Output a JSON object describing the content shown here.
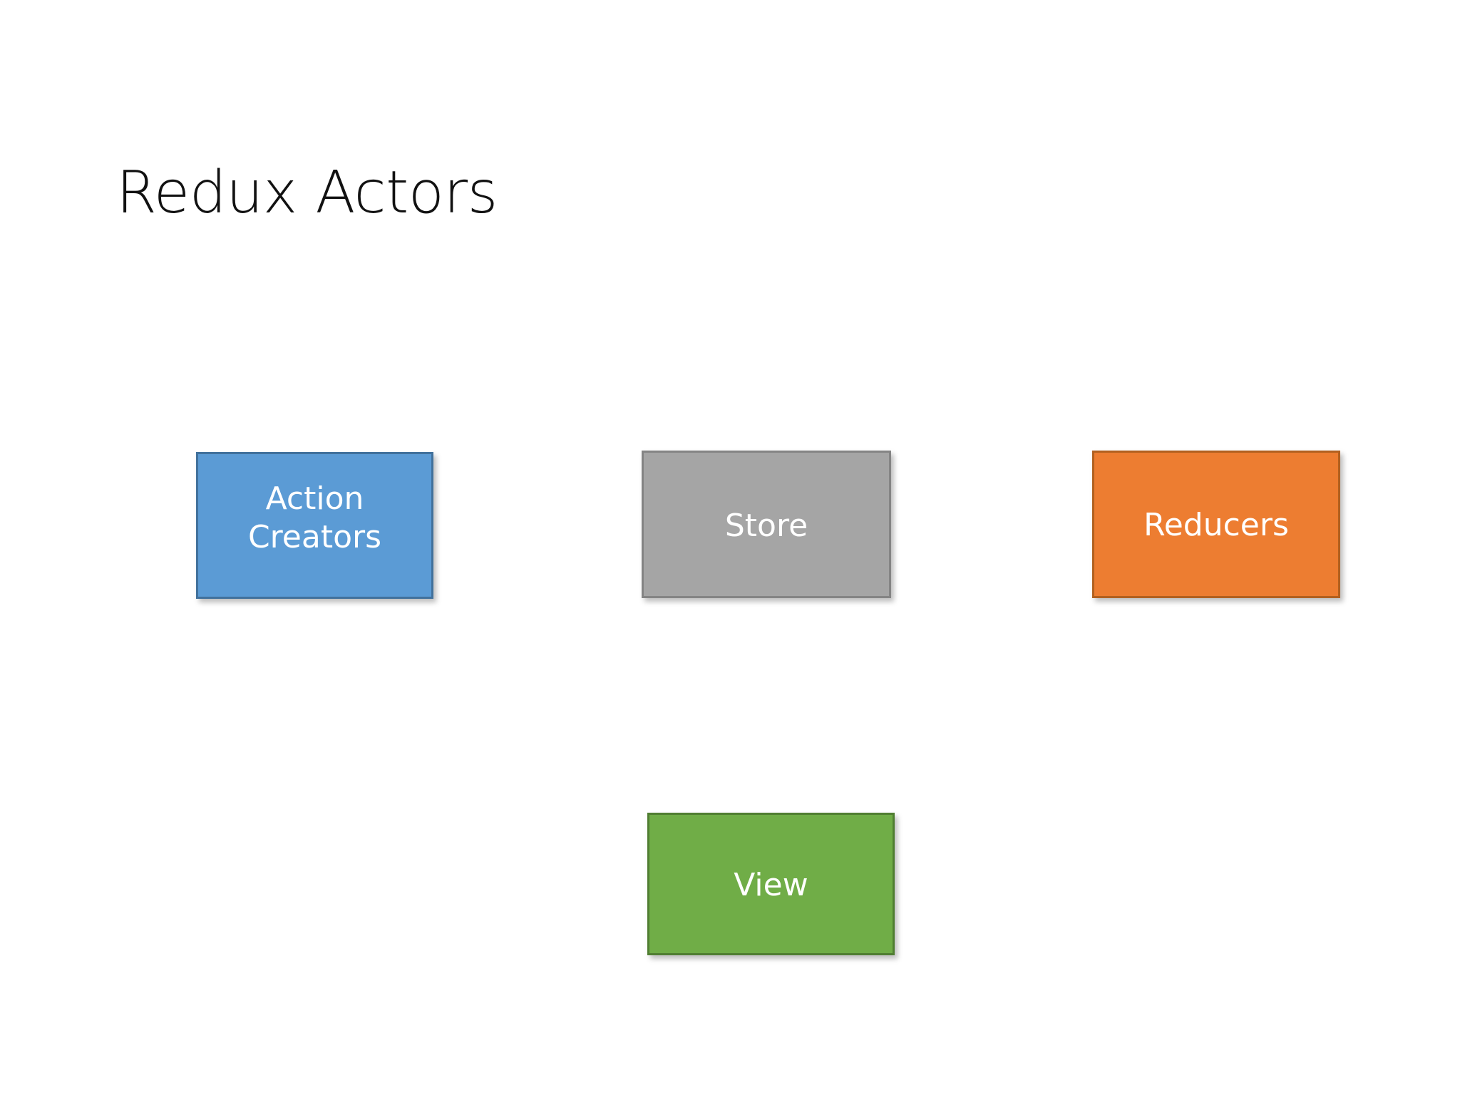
{
  "slide": {
    "title": "Redux Actors",
    "background_color": "#FFFFFF",
    "title_color": "#111111"
  },
  "diagram": {
    "nodes": [
      {
        "id": "action-creators",
        "label": "Action\nCreators",
        "fill_color": "#5B9BD5",
        "border_color": "#41719C",
        "text_color": "#FFFFFF"
      },
      {
        "id": "store",
        "label": "Store",
        "fill_color": "#A5A5A5",
        "border_color": "#848484",
        "text_color": "#FFFFFF"
      },
      {
        "id": "reducers",
        "label": "Reducers",
        "fill_color": "#ED7D31",
        "border_color": "#B2601F",
        "text_color": "#FFFFFF"
      },
      {
        "id": "view",
        "label": "View",
        "fill_color": "#70AD47",
        "border_color": "#507E32",
        "text_color": "#FFFFFF"
      }
    ]
  }
}
